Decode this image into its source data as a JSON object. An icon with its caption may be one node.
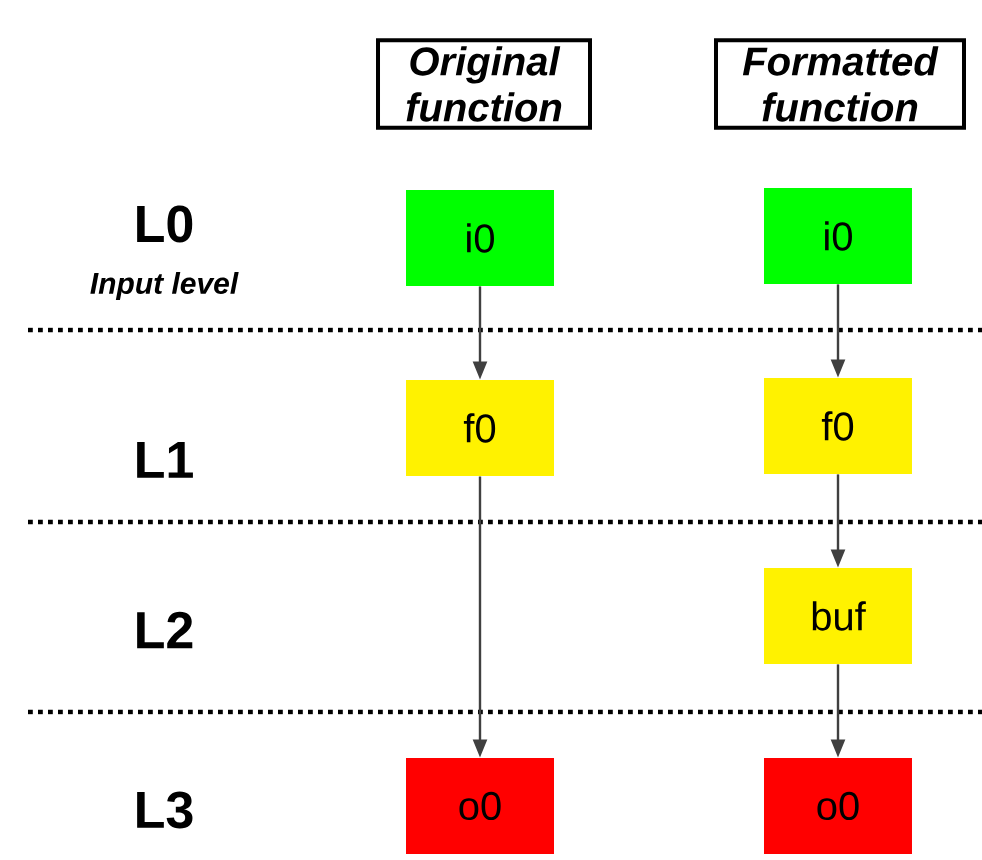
{
  "diagram": {
    "nodes": [
      {
        "text": [
          "Original function"
        ]
      },
      {
        "text": [
          "Formatted function"
        ]
      },
      {
        "text": [
          "i0"
        ]
      },
      {
        "text": [
          "f0"
        ]
      },
      {
        "text": [
          "o0"
        ]
      },
      {
        "text": [
          "i0"
        ]
      },
      {
        "text": [
          "f0"
        ]
      },
      {
        "text": [
          "buf"
        ]
      },
      {
        "text": [
          "o0"
        ]
      }
    ],
    "edges": [
      {
        "from": 2,
        "to": 3,
        "arrow": "to"
      },
      {
        "from": 3,
        "to": 4,
        "arrow": "to"
      },
      {
        "from": 5,
        "to": 6,
        "arrow": "to"
      },
      {
        "from": 6,
        "to": 7,
        "arrow": "to"
      },
      {
        "from": 7,
        "to": 8,
        "arrow": "to"
      }
    ],
    "labels": [
      "L0",
      "Input level",
      "L1",
      "L2",
      "L3"
    ]
  }
}
